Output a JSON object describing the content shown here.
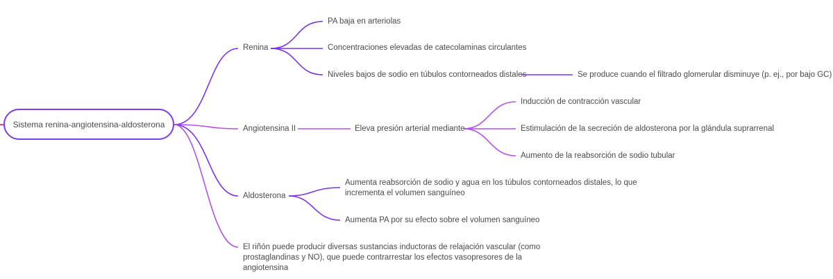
{
  "colors": {
    "background": "#ffffff",
    "text": "#4a4a4a",
    "root_border": "#7b3ff0",
    "branch_violet": "#7b2ff0",
    "branch_magenta": "#b44ef0",
    "root_stub": "#e040a0"
  },
  "root": {
    "label": "Sistema renina-angiotensina-aldosterona"
  },
  "branches": [
    {
      "label": "Renina",
      "children": [
        {
          "label": "PA baja en arteriolas"
        },
        {
          "label": "Concentraciones elevadas de catecolaminas circulantes"
        },
        {
          "label": "Niveles bajos de sodio en túbulos contorneados distales",
          "children": [
            {
              "label": "Se produce cuando el filtrado glomerular disminuye (p. ej., por bajo GC)"
            }
          ]
        }
      ]
    },
    {
      "label": "Angiotensina II",
      "children": [
        {
          "label": "Eleva presión arterial mediante",
          "children": [
            {
              "label": "Inducción de contracción vascular"
            },
            {
              "label": "Estimulación de la secreción de aldosterona por la glándula suprarrenal"
            },
            {
              "label": "Aumento de la reabsorción de sodio tubular"
            }
          ]
        }
      ]
    },
    {
      "label": "Aldosterona",
      "children": [
        {
          "label_line1": "Aumenta reabsorción de sodio y agua en los túbulos contorneados distales, lo que",
          "label_line2": "incrementa el volumen sanguíneo"
        },
        {
          "label": "Aumenta PA por su efecto sobre el volumen sanguíneo"
        }
      ]
    },
    {
      "label_line1": "El riñón puede producir diversas sustancias inductoras de relajación vascular (como",
      "label_line2": "prostaglandinas y NO), que puede contrarrestar los efectos vasopresores de la angiotensina"
    }
  ]
}
